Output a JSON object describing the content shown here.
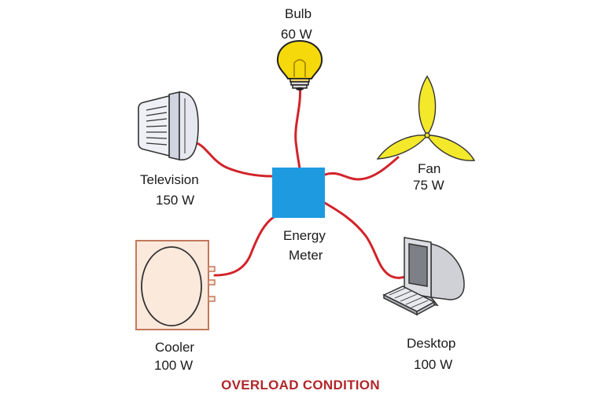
{
  "title": "OVERLOAD CONDITION",
  "meter": {
    "line1": "Energy",
    "line2": "Meter",
    "color": "#1e9be0"
  },
  "wire_color": "#d2232a",
  "appliances": {
    "bulb": {
      "name": "Bulb",
      "power": "60 W",
      "icon": "light-bulb-icon"
    },
    "television": {
      "name": "Television",
      "power": "150 W",
      "icon": "television-icon"
    },
    "fan": {
      "name": "Fan",
      "power": "75 W",
      "icon": "fan-icon"
    },
    "cooler": {
      "name": "Cooler",
      "power": "100 W",
      "icon": "cooler-icon"
    },
    "desktop": {
      "name": "Desktop",
      "power": "100 W",
      "icon": "desktop-computer-icon"
    }
  },
  "colors": {
    "title": "#b1272a",
    "bulb": "#f5d90a",
    "fan": "#f3e82a",
    "cooler_fill": "#fbe9dc",
    "cooler_stroke": "#c2785c"
  }
}
